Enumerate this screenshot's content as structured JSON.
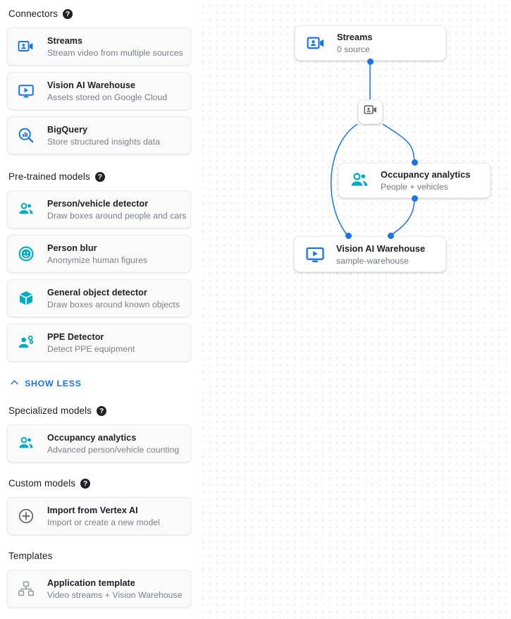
{
  "sidebar": {
    "sections": [
      {
        "title": "Connectors",
        "help": "?",
        "help_icon": "help-circle-icon",
        "items": [
          {
            "title": "Streams",
            "sub": "Stream video from multiple sources",
            "icon": "video-camera-person-icon",
            "color": "#1a73e8"
          },
          {
            "title": "Vision AI Warehouse",
            "sub": "Assets stored on Google Cloud",
            "icon": "monitor-play-icon",
            "color": "#1a73e8"
          },
          {
            "title": "BigQuery",
            "sub": "Store structured insights data",
            "icon": "magnifier-bars-icon",
            "color": "#1a73e8"
          }
        ]
      },
      {
        "title": "Pre-trained models",
        "help": "?",
        "help_icon": "help-circle-icon",
        "items": [
          {
            "title": "Person/vehicle detector",
            "sub": "Draw boxes around people and cars",
            "icon": "people-group-icon",
            "color": "#00acc1"
          },
          {
            "title": "Person blur",
            "sub": "Anonymize human figures",
            "icon": "face-circle-icon",
            "color": "#00acc1"
          },
          {
            "title": "General object detector",
            "sub": "Draw boxes around known objects",
            "icon": "cube-box-icon",
            "color": "#00acc1"
          },
          {
            "title": "PPE Detector",
            "sub": "Detect PPE equipment",
            "icon": "person-gear-icon",
            "color": "#00acc1"
          }
        ]
      },
      {
        "title": "Specialized models",
        "help": "?",
        "help_icon": "help-circle-icon",
        "items": [
          {
            "title": "Occupancy analytics",
            "sub": "Advanced person/vehicle counting",
            "icon": "people-group-icon",
            "color": "#00acc1"
          }
        ]
      },
      {
        "title": "Custom models",
        "help": "?",
        "help_icon": "help-circle-icon",
        "items": [
          {
            "title": "Import from Vertex AI",
            "sub": "Import or create a new model",
            "icon": "plus-circle-icon",
            "color": "#5f6368"
          }
        ]
      },
      {
        "title": "Templates",
        "help": "",
        "help_icon": "",
        "items": [
          {
            "title": "Application template",
            "sub": "Video streams + Vision Warehouse",
            "icon": "hierarchy-icon",
            "color": "#9aa0a6"
          }
        ]
      }
    ],
    "show_less": {
      "label": "SHOW LESS",
      "icon": "chevron-up-icon",
      "color": "#1a73e8"
    }
  },
  "canvas": {
    "accent": "#1a73e8",
    "nodes": [
      {
        "id": "streams",
        "title": "Streams",
        "sub": "0 source",
        "icon": "video-camera-person-icon",
        "icon_color": "#1a73e8"
      },
      {
        "id": "occupancy",
        "title": "Occupancy analytics",
        "sub": "People + vehicles",
        "icon": "people-group-icon",
        "icon_color": "#00acc1"
      },
      {
        "id": "warehouse",
        "title": "Vision AI Warehouse",
        "sub": "sample-warehouse",
        "icon": "monitor-play-icon",
        "icon_color": "#1a73e8"
      }
    ],
    "mini_node": {
      "id": "stream-relay",
      "icon": "video-camera-person-icon",
      "icon_color": "#5f6368"
    }
  }
}
